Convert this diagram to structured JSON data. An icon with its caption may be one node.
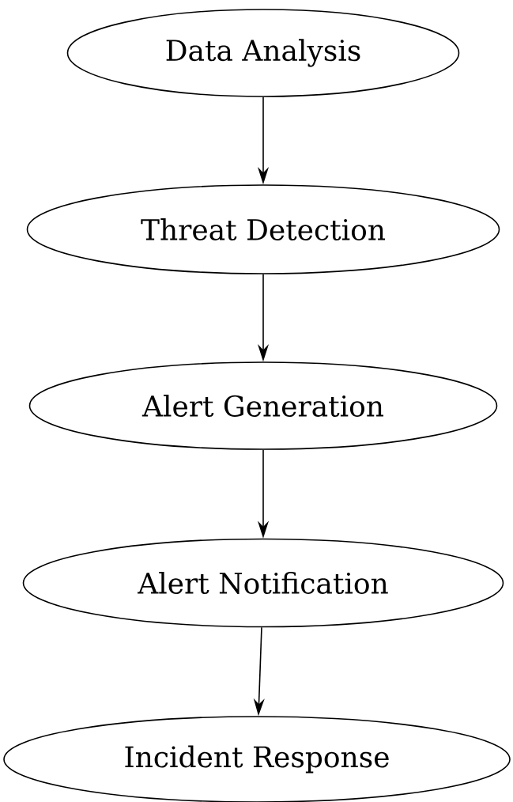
{
  "diagram": {
    "nodes": [
      {
        "text": [
          "Data Analysis"
        ]
      },
      {
        "text": [
          "Threat Detection"
        ]
      },
      {
        "text": [
          "Alert Generation"
        ]
      },
      {
        "text": [
          "Alert Notification"
        ]
      },
      {
        "text": [
          "Incident Response"
        ]
      }
    ],
    "edges": [
      {
        "from": 0,
        "to": 1,
        "arrow": "to"
      },
      {
        "from": 1,
        "to": 2,
        "arrow": "to"
      },
      {
        "from": 2,
        "to": 3,
        "arrow": "to"
      },
      {
        "from": 3,
        "to": 4,
        "arrow": "to"
      }
    ]
  }
}
